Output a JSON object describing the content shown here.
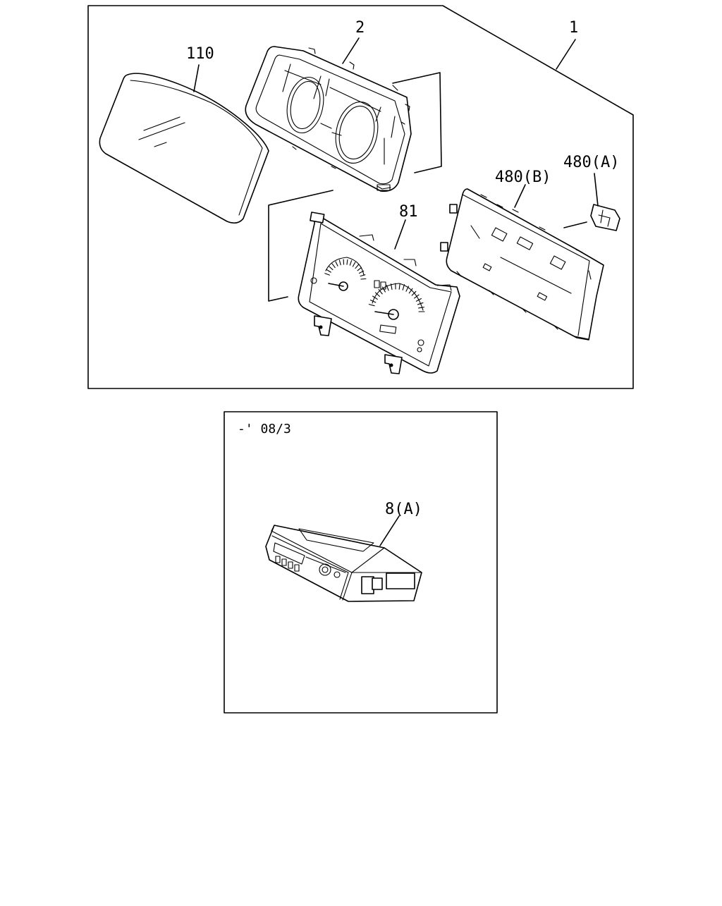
{
  "main_figure": {
    "callouts": {
      "assembly": "1",
      "bezel": "2",
      "lens": "110",
      "dial_plate": "81",
      "circuit_b": "480(B)",
      "circuit_a": "480(A)"
    }
  },
  "inset_figure": {
    "note": "-' 08/3",
    "callouts": {
      "module": "8(A)"
    }
  }
}
